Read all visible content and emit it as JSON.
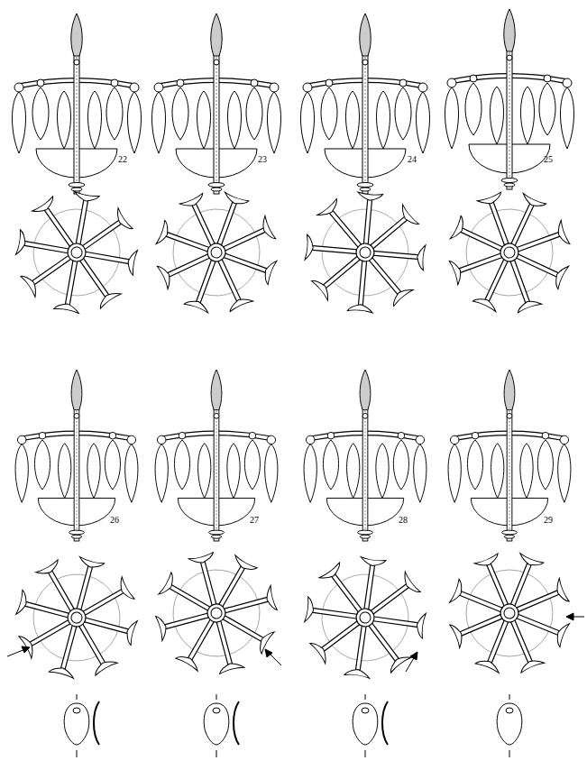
{
  "diagram": {
    "labels": [
      "22",
      "23",
      "24",
      "25",
      "26",
      "27",
      "28",
      "29"
    ]
  }
}
